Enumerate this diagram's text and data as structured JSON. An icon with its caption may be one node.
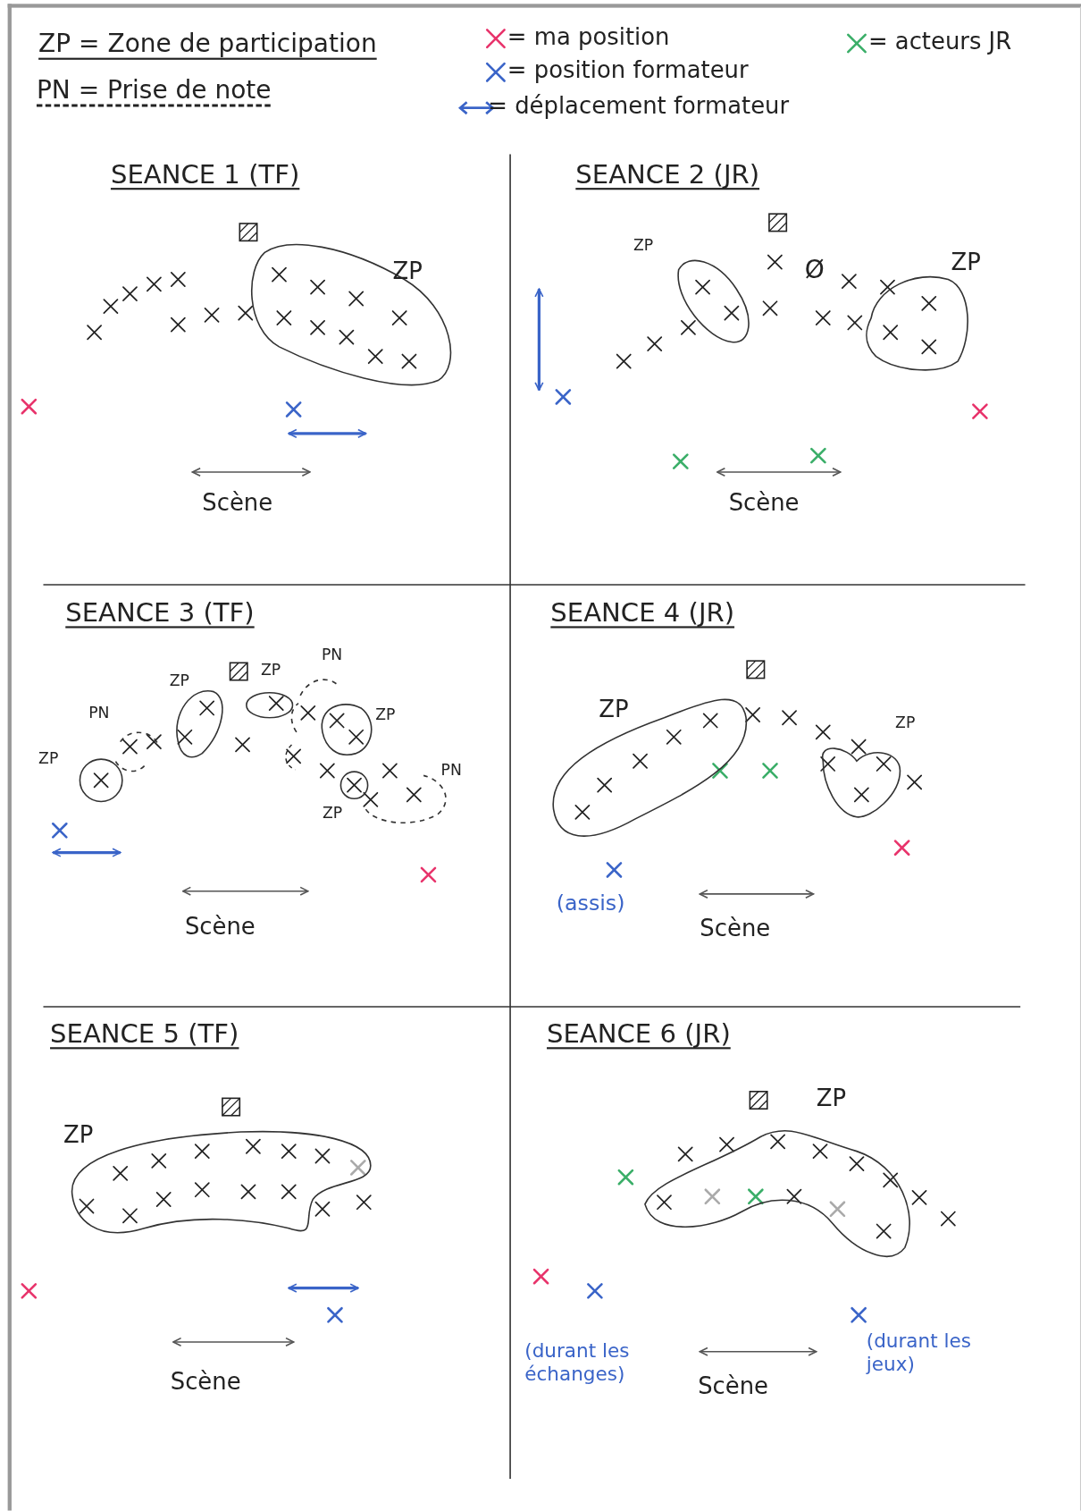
{
  "diagram": {
    "nodes": [
      {
        "text": [
          "SEANCE 1 (TF)"
        ]
      },
      {
        "text": [
          "ZP"
        ],
        "in": 0
      },
      {
        "text": [
          "SEANCE 2 (JR)"
        ]
      },
      {
        "text": [
          "ZP"
        ],
        "in": 2
      },
      {
        "text": [
          "ZP"
        ],
        "in": 2
      },
      {
        "text": [
          "SEANCE 3 (TF)"
        ]
      },
      {
        "text": [
          "ZP"
        ],
        "in": 5
      },
      {
        "text": [
          "PN"
        ],
        "in": 5
      },
      {
        "text": [
          "ZP"
        ],
        "in": 5
      },
      {
        "text": [
          "ZP"
        ],
        "in": 5
      },
      {
        "text": [
          "PN"
        ],
        "in": 5
      },
      {
        "text": [
          "ZP"
        ],
        "in": 5
      },
      {
        "text": [
          "ZP"
        ],
        "in": 5
      },
      {
        "text": [
          "PN"
        ],
        "in": 5
      },
      {
        "text": [
          "SEANCE 4 (JR)"
        ]
      },
      {
        "text": [
          "ZP"
        ],
        "in": 14
      },
      {
        "text": [
          "ZP"
        ],
        "in": 14
      },
      {
        "text": [
          "SEANCE 5 (TF)"
        ]
      },
      {
        "text": [
          "ZP"
        ],
        "in": 17
      },
      {
        "text": [
          "SEANCE 6 (JR)"
        ]
      },
      {
        "text": [
          "ZP"
        ],
        "in": 19
      }
    ],
    "labels": [
      "ZP = Zone de participation",
      "PN = Prise de note",
      "Scène",
      "Ø",
      "Scène",
      "Scène",
      "(assis)",
      "Scène",
      "Scène",
      "(durant les échanges)",
      "(durant les jeux)",
      "Scène"
    ],
    "legend": [
      {
        "text": "= ma position",
        "color": "#e8336b"
      },
      {
        "text": "= position formateur",
        "color": "#3a64c8"
      },
      {
        "text": "= déplacement formateur",
        "color": "#3a64c8"
      },
      {
        "text": "= acteurs JR",
        "color": "#3aae68"
      }
    ]
  }
}
